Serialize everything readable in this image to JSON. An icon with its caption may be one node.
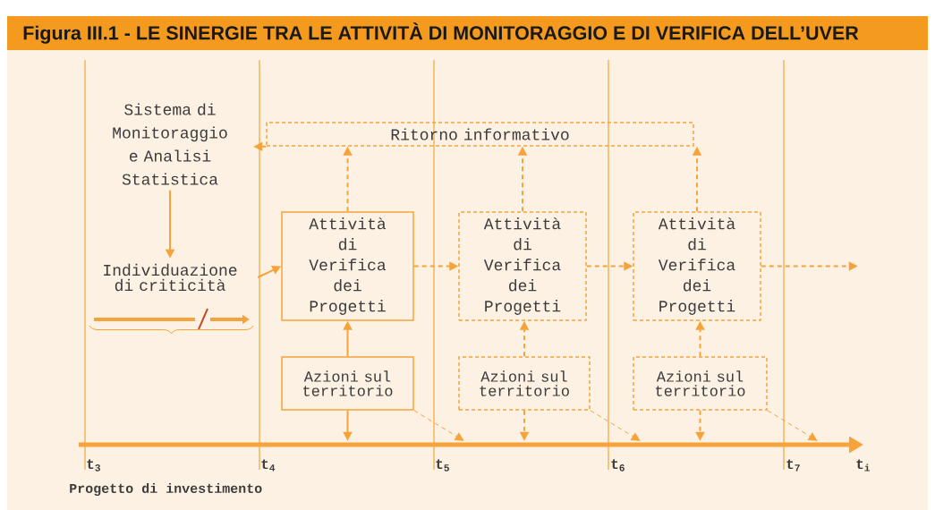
{
  "diagram": {
    "title": "Figura III.1 - LE SINERGIE TRA LE ATTIVITÀ DI MONITORAGGIO E DI VERIFICA DELL’UVER",
    "nodes": [
      {
        "text": [
          "Sistema di Monitoraggio e Analisi Statistica"
        ]
      },
      {
        "text": [
          "Individuazione di criticità"
        ]
      },
      {
        "text": [
          "Ritorno informativo"
        ]
      },
      {
        "text": [
          "Attività di Verifica dei Progetti"
        ]
      },
      {
        "text": [
          "Attività di Verifica dei Progetti"
        ]
      },
      {
        "text": [
          "Attività di Verifica dei Progetti"
        ]
      },
      {
        "text": [
          "Azioni sul territorio"
        ]
      },
      {
        "text": [
          "Azioni sul territorio"
        ]
      },
      {
        "text": [
          "Azioni sul territorio"
        ]
      },
      {
        "text": [],
        "shape": "bar"
      }
    ],
    "edges": [
      {
        "from": 0,
        "to": 1,
        "arrow": "to"
      },
      {
        "from": 1,
        "to": 3,
        "arrow": "to"
      },
      {
        "from": 3,
        "to": 4,
        "arrow": "to",
        "style": "dashed"
      },
      {
        "from": 4,
        "to": 5,
        "arrow": "to",
        "style": "dashed"
      },
      {
        "from": 5,
        "to": null,
        "arrow": "to",
        "style": "dashed"
      },
      {
        "from": 3,
        "to": 2,
        "arrow": "to",
        "style": "dashed"
      },
      {
        "from": 4,
        "to": 2,
        "arrow": "to",
        "style": "dashed"
      },
      {
        "from": 5,
        "to": 2,
        "arrow": "to",
        "style": "dashed"
      },
      {
        "from": 2,
        "to": null,
        "arrow": "to"
      },
      {
        "from": 6,
        "to": 3,
        "arrow": "to"
      },
      {
        "from": 6,
        "to": 9,
        "arrow": "to"
      },
      {
        "from": 6,
        "to": 9,
        "arrow": "to",
        "style": "dashed"
      },
      {
        "from": 7,
        "to": 4,
        "arrow": "to",
        "style": "dashed"
      },
      {
        "from": 7,
        "to": 9,
        "arrow": "to",
        "style": "dashed"
      },
      {
        "from": 7,
        "to": 9,
        "arrow": "to",
        "style": "dashed"
      },
      {
        "from": 8,
        "to": 5,
        "arrow": "to",
        "style": "dashed"
      },
      {
        "from": 8,
        "to": 9,
        "arrow": "to",
        "style": "dashed"
      },
      {
        "from": 8,
        "to": 9,
        "arrow": "to",
        "style": "dashed"
      }
    ],
    "labels": [
      "t$_{3}$",
      "t$_{4}$",
      "t$_{5}$",
      "t$_{6}$",
      "t$_{7}$",
      "t$_{i}$",
      "Progetto di investimento"
    ]
  }
}
